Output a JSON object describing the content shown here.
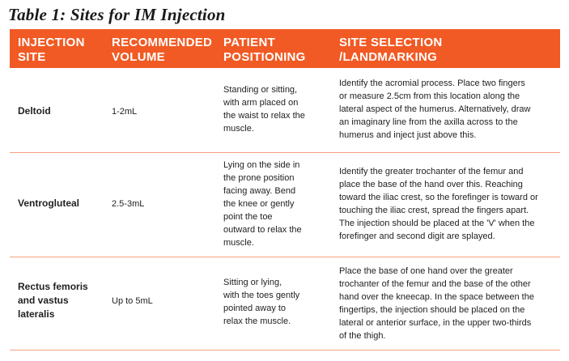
{
  "title": "Table 1: Sites for IM Injection",
  "colors": {
    "header_bg": "#f15a24",
    "header_text": "#ffffff",
    "divider": "#f3a27f"
  },
  "headers": [
    [
      "INJECTION",
      "SITE"
    ],
    [
      "RECOMMENDED",
      "VOLUME"
    ],
    [
      "PATIENT",
      "POSITIONING"
    ],
    [
      "SITE SELECTION",
      "/LANDMARKING"
    ]
  ],
  "rows": [
    {
      "site": [
        "Deltoid"
      ],
      "volume": "1-2mL",
      "positioning": [
        "Standing or sitting,",
        "with arm placed on",
        "the waist to relax the",
        "muscle."
      ],
      "landmarking": [
        "Identify the acromial process. Place two fingers",
        "or measure 2.5cm from this location along the",
        "lateral aspect of the humerus. Alternatively, draw",
        "an imaginary line from the axilla across to the",
        "humerus and inject just above this."
      ]
    },
    {
      "site": [
        "Ventrogluteal"
      ],
      "volume": "2.5-3mL",
      "positioning": [
        "Lying on the side in",
        "the prone position",
        "facing away. Bend",
        "the knee or gently",
        "point the toe",
        "outward to relax the",
        "muscle."
      ],
      "landmarking": [
        "Identify the greater trochanter of the femur and",
        "place the base of the hand over this. Reaching",
        "toward the iliac crest, so the forefinger is toward or",
        "touching the iliac crest, spread the fingers apart.",
        "The injection should be placed at the 'V' when the",
        "forefinger and second digit are splayed."
      ]
    },
    {
      "site": [
        "Rectus femoris",
        "and vastus",
        "lateralis"
      ],
      "volume": "Up to 5mL",
      "positioning": [
        "Sitting or lying,",
        "with the toes gently",
        "pointed away  to",
        "relax the muscle."
      ],
      "landmarking": [
        "Place the base of one hand over the greater",
        "trochanter of the femur and the base of the other",
        "hand over the kneecap. In the space between the",
        "fingertips, the injection should be placed on the",
        "lateral or anterior surface, in the upper two-thirds",
        "of the thigh."
      ]
    }
  ]
}
